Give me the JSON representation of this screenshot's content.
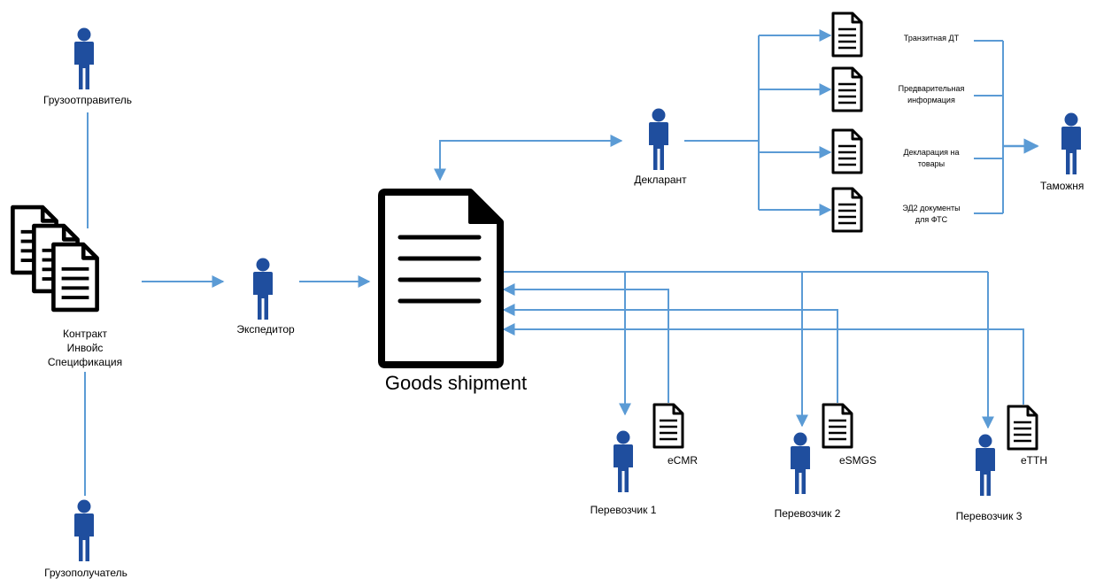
{
  "actors": {
    "shipper": "Грузоотправитель",
    "consignee": "Грузополучатель",
    "forwarder": "Экспедитор",
    "declarant": "Декларант",
    "customs": "Таможня",
    "carrier1": "Перевозчик 1",
    "carrier2": "Перевозчик 2",
    "carrier3": "Перевозчик 3"
  },
  "documents": {
    "contract_lines": [
      "Контракт",
      "Инвойс",
      "Спецификация"
    ],
    "goods_shipment": "Goods shipment",
    "transit": "Транзитная ДТ",
    "prelim_1": "Предварительная",
    "prelim_2": "информация",
    "decl_1": "Декларация на",
    "decl_2": "товары",
    "ed2_1": "ЭД2 документы",
    "ed2_2": "для ФТС",
    "ecmr": "eCMR",
    "esmgs": "eSMGS",
    "etth": "eTTH"
  },
  "colors": {
    "person": "#1f4e9e",
    "connector": "#5b9bd5",
    "doc_stroke": "#000000"
  }
}
